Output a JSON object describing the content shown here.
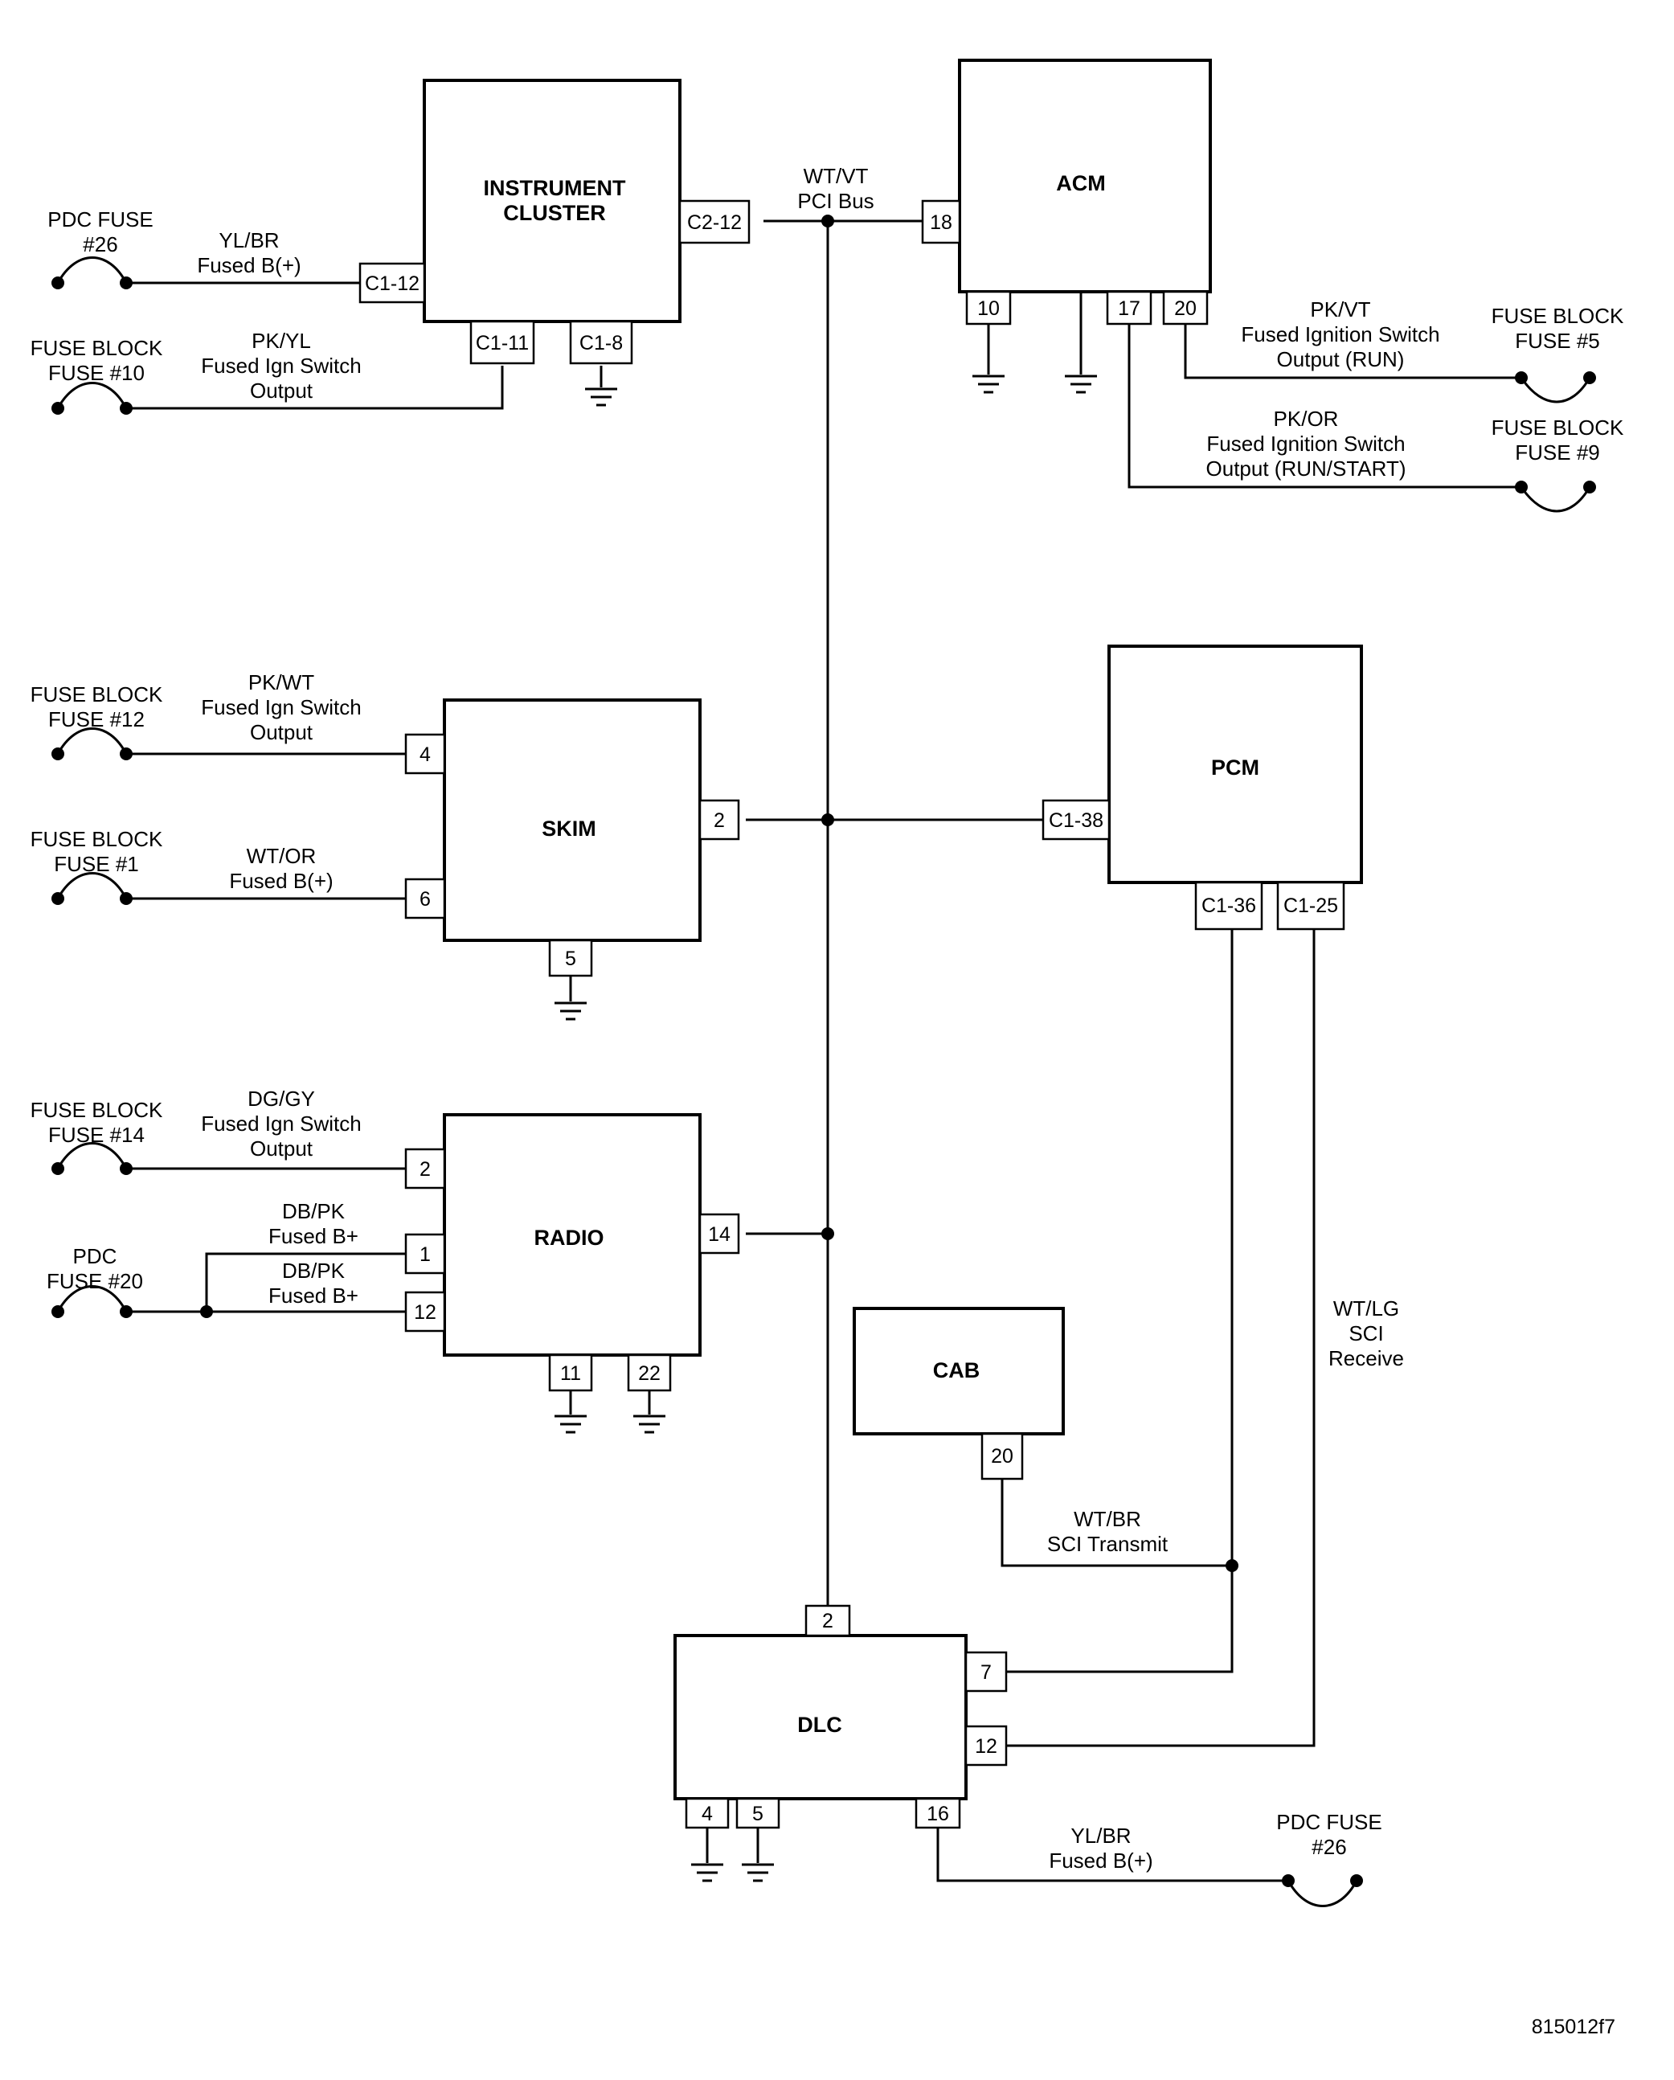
{
  "modules": {
    "instrument_cluster": {
      "line1": "INSTRUMENT",
      "line2": "CLUSTER",
      "pins": {
        "c2_12": "C2-12",
        "c1_12": "C1-12",
        "c1_11": "C1-11",
        "c1_8": "C1-8"
      }
    },
    "acm": {
      "title": "ACM",
      "pins": {
        "p18": "18",
        "p10": "10",
        "p17": "17",
        "p20": "20"
      }
    },
    "skim": {
      "title": "SKIM",
      "pins": {
        "p4": "4",
        "p6": "6",
        "p2": "2",
        "p5": "5"
      }
    },
    "pcm": {
      "title": "PCM",
      "pins": {
        "c1_38": "C1-38",
        "c1_36": "C1-36",
        "c1_25": "C1-25"
      }
    },
    "radio": {
      "title": "RADIO",
      "pins": {
        "p2": "2",
        "p1": "1",
        "p12": "12",
        "p14": "14",
        "p11": "11",
        "p22": "22"
      }
    },
    "cab": {
      "title": "CAB",
      "pins": {
        "p20": "20"
      }
    },
    "dlc": {
      "title": "DLC",
      "pins": {
        "p2": "2",
        "p7": "7",
        "p12": "12",
        "p4": "4",
        "p5": "5",
        "p16": "16"
      }
    }
  },
  "fuses": {
    "pdc26_top": [
      "PDC FUSE",
      "#26"
    ],
    "fb10": [
      "FUSE BLOCK",
      "FUSE #10"
    ],
    "fb5": [
      "FUSE BLOCK",
      "FUSE #5"
    ],
    "fb9": [
      "FUSE BLOCK",
      "FUSE #9"
    ],
    "fb12": [
      "FUSE BLOCK",
      "FUSE #12"
    ],
    "fb1": [
      "FUSE BLOCK",
      "FUSE #1"
    ],
    "fb14": [
      "FUSE BLOCK",
      "FUSE #14"
    ],
    "pdc20": [
      "PDC",
      "FUSE #20"
    ],
    "pdc26_bottom": [
      "PDC FUSE",
      "#26"
    ]
  },
  "wires": {
    "pci_bus": [
      "WT/VT",
      "PCI Bus"
    ],
    "ic_b_plus": [
      "YL/BR",
      "Fused B(+)"
    ],
    "ic_ign": [
      "PK/YL",
      "Fused Ign Switch",
      "Output"
    ],
    "acm_run": [
      "PK/VT",
      "Fused Ignition Switch",
      "Output (RUN)"
    ],
    "acm_run_start": [
      "PK/OR",
      "Fused Ignition Switch",
      "Output (RUN/START)"
    ],
    "skim_ign": [
      "PK/WT",
      "Fused Ign Switch",
      "Output"
    ],
    "skim_b_plus": [
      "WT/OR",
      "Fused B(+)"
    ],
    "radio_ign": [
      "DG/GY",
      "Fused Ign Switch",
      "Output"
    ],
    "radio_b1": [
      "DB/PK",
      "Fused B+"
    ],
    "radio_b2": [
      "DB/PK",
      "Fused B+"
    ],
    "sci_receive": [
      "WT/LG",
      "SCI",
      "Receive"
    ],
    "sci_transmit": [
      "WT/BR",
      "SCI Transmit"
    ],
    "dlc_b_plus": [
      "YL/BR",
      "Fused B(+)"
    ]
  },
  "figure_id": "815012f7"
}
